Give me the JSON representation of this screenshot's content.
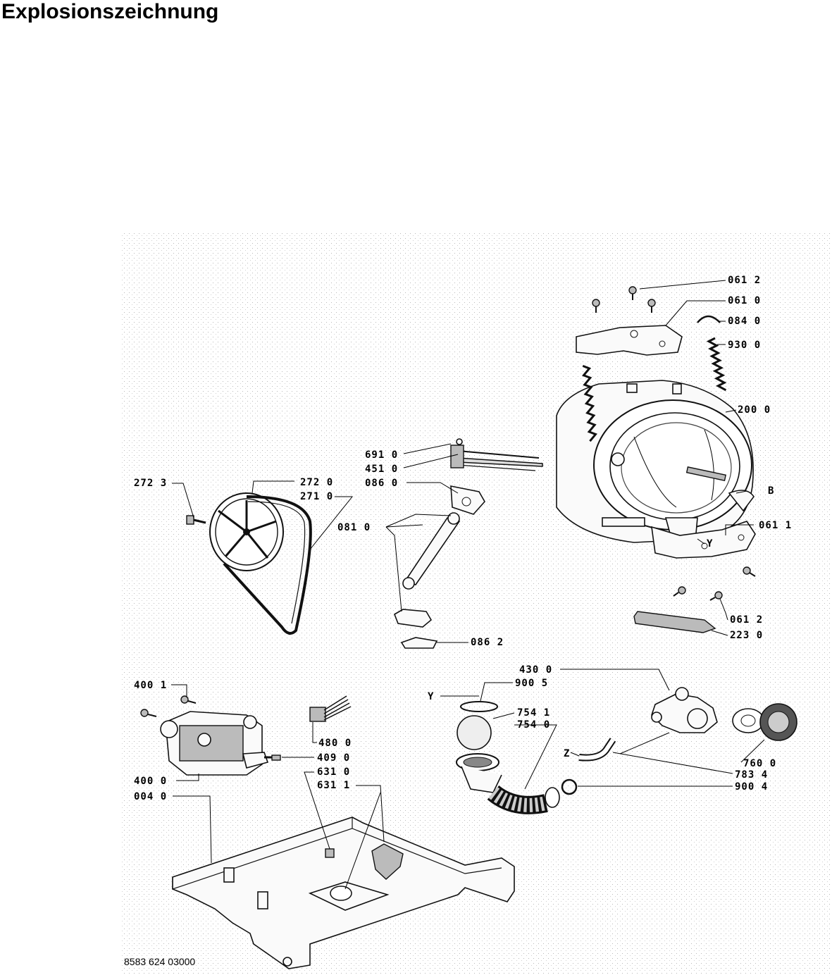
{
  "title": "Explosionszeichnung",
  "document_number": "8583 624 03000",
  "labels": [
    {
      "id": "061-2-top",
      "text": "061 2"
    },
    {
      "id": "061-0",
      "text": "061 0"
    },
    {
      "id": "084-0",
      "text": "084 0"
    },
    {
      "id": "930-0",
      "text": "930 0"
    },
    {
      "id": "200-0",
      "text": "200 0"
    },
    {
      "id": "691-0",
      "text": "691 0"
    },
    {
      "id": "451-0",
      "text": "451 0"
    },
    {
      "id": "272-3",
      "text": "272 3"
    },
    {
      "id": "272-0",
      "text": "272 0"
    },
    {
      "id": "271-0",
      "text": "271 0"
    },
    {
      "id": "086-0",
      "text": "086 0"
    },
    {
      "id": "B",
      "text": "B"
    },
    {
      "id": "061-1",
      "text": "061 1"
    },
    {
      "id": "Y-tub",
      "text": "Y"
    },
    {
      "id": "081-0",
      "text": "081 0"
    },
    {
      "id": "061-2-bottom",
      "text": "061 2"
    },
    {
      "id": "223-0",
      "text": "223 0"
    },
    {
      "id": "086-2",
      "text": "086 2"
    },
    {
      "id": "430-0",
      "text": "430 0"
    },
    {
      "id": "900-5",
      "text": "900 5"
    },
    {
      "id": "Y-seal",
      "text": "Y"
    },
    {
      "id": "754-1",
      "text": "754 1"
    },
    {
      "id": "754-0",
      "text": "754 0"
    },
    {
      "id": "400-1",
      "text": "400 1"
    },
    {
      "id": "480-0",
      "text": "480 0"
    },
    {
      "id": "409-0",
      "text": "409 0"
    },
    {
      "id": "400-0",
      "text": "400 0"
    },
    {
      "id": "631-0",
      "text": "631 0"
    },
    {
      "id": "631-1",
      "text": "631 1"
    },
    {
      "id": "004-0",
      "text": "004 0"
    },
    {
      "id": "Z",
      "text": "Z"
    },
    {
      "id": "760-0",
      "text": "760 0"
    },
    {
      "id": "783-4",
      "text": "783 4"
    },
    {
      "id": "900-4",
      "text": "900 4"
    }
  ]
}
